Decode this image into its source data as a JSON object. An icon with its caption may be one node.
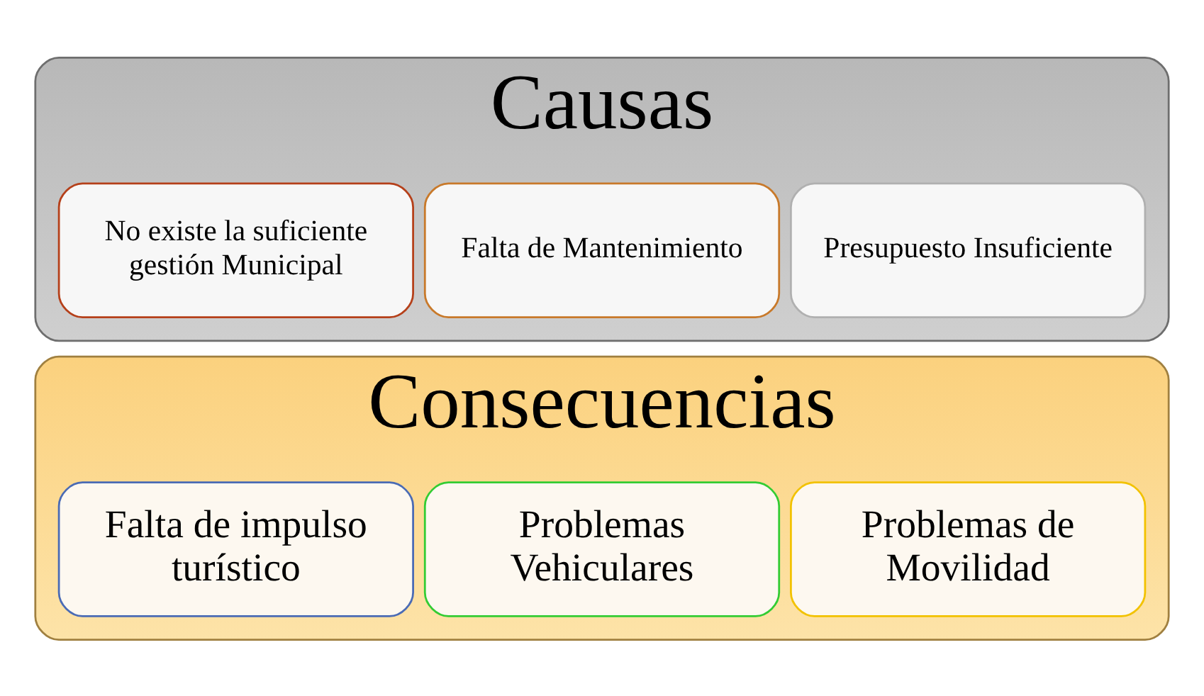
{
  "diagram": {
    "nodes": [
      {
        "text": [
          "Causas"
        ]
      },
      {
        "text": [
          "Presupuesto Insuficiente"
        ],
        "in": 0
      },
      {
        "text": [
          "Falta de Mantenimiento"
        ],
        "in": 0
      },
      {
        "text": [
          "No existe la suficiente gestión Municipal"
        ],
        "in": 0
      },
      {
        "text": [
          "Consecuencias"
        ]
      },
      {
        "text": [
          "Problemas de Movilidad"
        ],
        "in": 4
      },
      {
        "text": [
          "Problemas Vehiculares"
        ],
        "in": 4
      },
      {
        "text": [
          "Falta de impulso turístico"
        ],
        "in": 4
      }
    ],
    "edges": []
  }
}
